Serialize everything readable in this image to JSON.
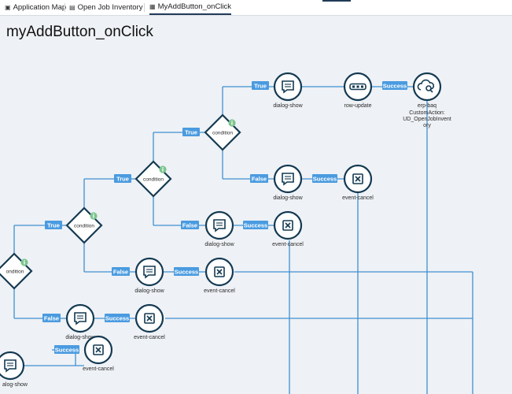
{
  "tabs": [
    {
      "label": "Application Map",
      "icon": "sitemap-icon"
    },
    {
      "label": "Open Job Inventory",
      "icon": "page-icon"
    },
    {
      "label": "MyAddButton_onClick",
      "icon": "flow-icon",
      "active": true
    }
  ],
  "page_title": "myAddButton_onClick",
  "nodes": [
    {
      "type": "dialog-show",
      "label": "dialog-show"
    },
    {
      "type": "row-update",
      "label": "row-update"
    },
    {
      "type": "erp-baq",
      "label": "erp-baq",
      "sublabel": [
        "CustomAction:",
        "UD_OpenJobInvent",
        "ory"
      ]
    },
    {
      "type": "dialog-show",
      "label": "dialog-show"
    },
    {
      "type": "event-cancel",
      "label": "event-cancel"
    },
    {
      "type": "dialog-show",
      "label": "dialog-show"
    },
    {
      "type": "event-cancel",
      "label": "event-cancel"
    },
    {
      "type": "dialog-show",
      "label": "dialog-show"
    },
    {
      "type": "event-cancel",
      "label": "event-cancel"
    },
    {
      "type": "dialog-show",
      "label": "dialog-show"
    },
    {
      "type": "event-cancel",
      "label": "event-cancel"
    },
    {
      "type": "event-cancel",
      "label": "event-cancel"
    },
    {
      "type": "dialog-show",
      "label": "alog-show"
    }
  ],
  "conditions": [
    {
      "label": "condition"
    },
    {
      "label": "condition"
    },
    {
      "label": "condition"
    },
    {
      "label": "ondition"
    }
  ],
  "edge_labels": {
    "true": "True",
    "false": "False",
    "success": "Success"
  },
  "info_glyph": "i",
  "colors": {
    "edge": "#3f8fd2",
    "node_stroke": "#143a52",
    "label_bg": "#4a9be0",
    "info": "#7cc58f",
    "background": "#eef1f5"
  }
}
